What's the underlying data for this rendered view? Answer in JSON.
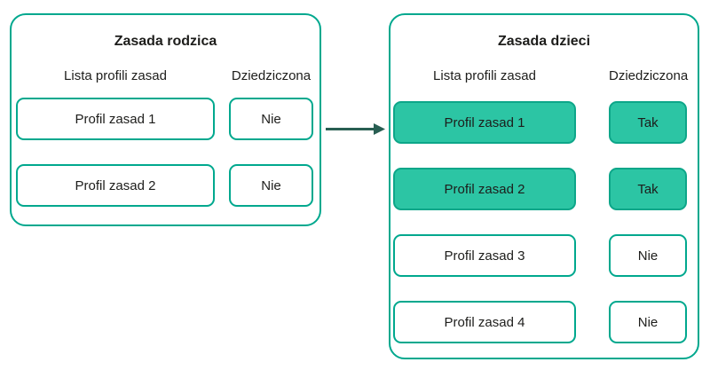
{
  "colors": {
    "outline": "#00a88e",
    "highlight_fill": "#2cc5a4",
    "highlight_border": "#0da689",
    "arrow": "#285e52",
    "text": "#1d1d1b",
    "background": "#ffffff"
  },
  "arrow_icon": "right-arrow",
  "parent_panel": {
    "title": "Zasada rodzica",
    "col_profiles": "Lista profili zasad",
    "col_inherited": "Dziedziczona",
    "rows": [
      {
        "profile": "Profil zasad 1",
        "inherited": "Nie",
        "highlighted": false
      },
      {
        "profile": "Profil zasad 2",
        "inherited": "Nie",
        "highlighted": false
      }
    ]
  },
  "child_panel": {
    "title": "Zasada dzieci",
    "col_profiles": "Lista profili zasad",
    "col_inherited": "Dziedziczona",
    "rows": [
      {
        "profile": "Profil zasad 1",
        "inherited": "Tak",
        "highlighted": true
      },
      {
        "profile": "Profil zasad 2",
        "inherited": "Tak",
        "highlighted": true
      },
      {
        "profile": "Profil zasad 3",
        "inherited": "Nie",
        "highlighted": false
      },
      {
        "profile": "Profil zasad 4",
        "inherited": "Nie",
        "highlighted": false
      }
    ]
  }
}
